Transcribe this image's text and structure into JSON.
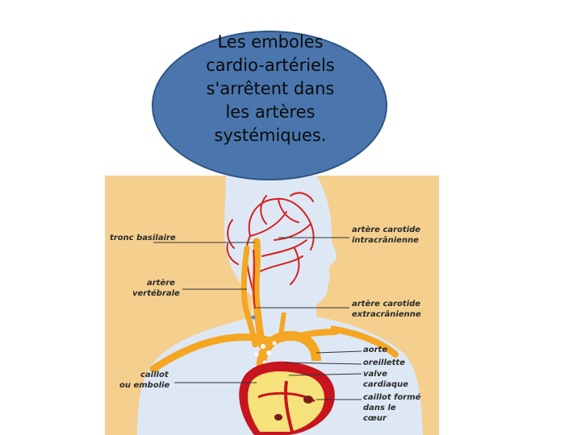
{
  "bubble": {
    "lines": [
      "Les emboles",
      "cardio-artériels",
      "s'arrêtent dans",
      "les artères",
      "systémiques."
    ]
  },
  "labels": {
    "tronc_basilaire": "tronc basilaire",
    "artere_vertebrale_1": "artère",
    "artere_vertebrale_2": "vertébrale",
    "caillot_embolie_1": "caillot",
    "caillot_embolie_2": "ou embolie",
    "carotide_intra_1": "artère carotide",
    "carotide_intra_2": "intracrânienne",
    "carotide_extra_1": "artère carotide",
    "carotide_extra_2": "extracrânienne",
    "aorte": "aorte",
    "oreillette": "oreillette",
    "valve_1": "valve",
    "valve_2": "cardiaque",
    "caillot_coeur_1": "caillot formé",
    "caillot_coeur_2": "dans le",
    "caillot_coeur_3": "cœur"
  },
  "colors": {
    "background_panel": "#f4cf8e",
    "body_silhouette": "#dde8f4",
    "artery": "#d6201e",
    "vessel": "#f5a623",
    "bubble_fill": "#4a76ad"
  }
}
